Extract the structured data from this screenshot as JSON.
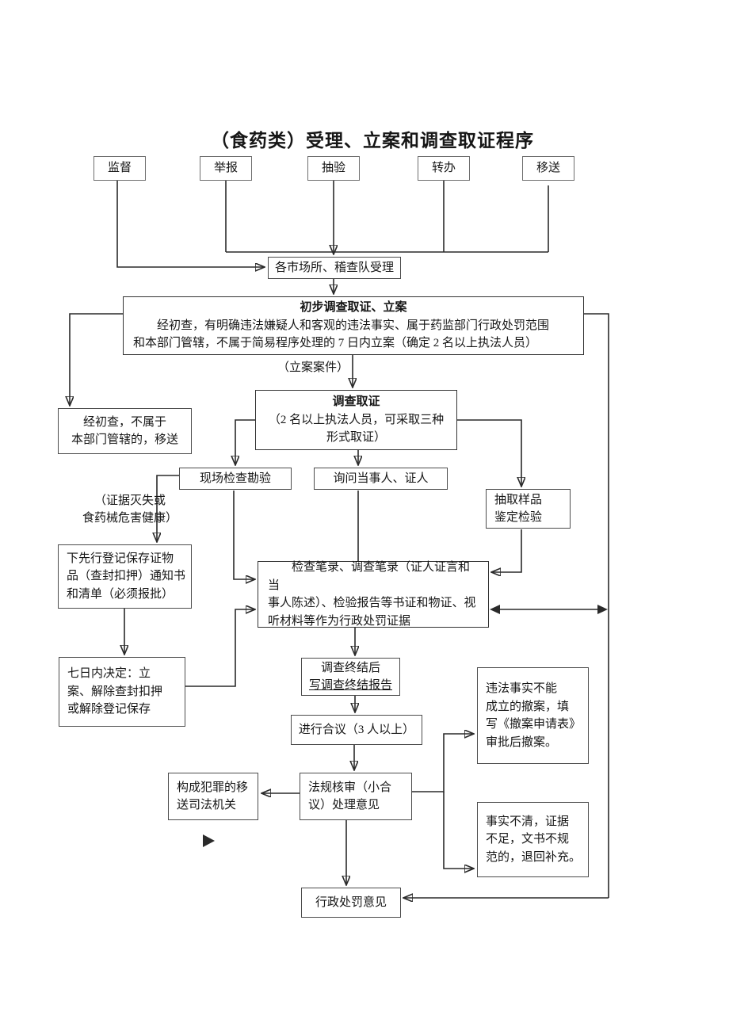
{
  "title": "（食药类）受理、立案和调查取证程序",
  "colors": {
    "line": "#2a2a2a",
    "box_border": "#4c4c4c",
    "background": "#ffffff",
    "text": "#161616"
  },
  "sources": [
    "监督",
    "举报",
    "抽验",
    "转办",
    "移送"
  ],
  "nodes": {
    "accept": "各市场所、稽查队受理",
    "initial_title": "初步调查取证、立案",
    "initial_body": "经初查，有明确违法嫌疑人和客观的违法事实、属于药监部门行政处罚范围\n和本部门管辖，不属于简易程序处理的 7 日内立案（确定 2 名以上执法人员）",
    "case_label": "（立案案件）",
    "transfer": "经初查，不属于\n本部门管辖的，移送",
    "invest_title": "调查取证",
    "invest_body": "（2 名以上执法人员，可采取三种\n形式取证）",
    "scene": "现场检查勘验",
    "inquiry": "询问当事人、证人",
    "sample": "抽取样品\n鉴定检验",
    "evidence_note": "（证据灭失或\n食药械危害健康）",
    "register": "下先行登记保存证物\n品（查封扣押）通知书\n和清单（必须报批）",
    "seven_days": "七日内决定：立\n案、解除查封扣押\n或解除登记保存",
    "records": "检查笔录、调查笔录（证人证言和当\n事人陈述）、检验报告等书证和物证、视\n听材料等作为行政处罚证据",
    "conclude_1": "调查终结后",
    "conclude_2": "写调查终结报告",
    "panel": "进行合议（3 人以上）",
    "review": "法规核审（小合\n议）处理意见",
    "crime": "构成犯罪的移\n送司法机关",
    "withdraw": "违法事实不能\n成立的撤案，填\n写《撤案申请表》\n审批后撤案。",
    "unclear": "事实不清，证据\n不足，文书不规\n范的，退回补充。",
    "penalty": "行政处罚意见"
  },
  "icons": {
    "stray_arrow": "right-filled-triangle"
  }
}
